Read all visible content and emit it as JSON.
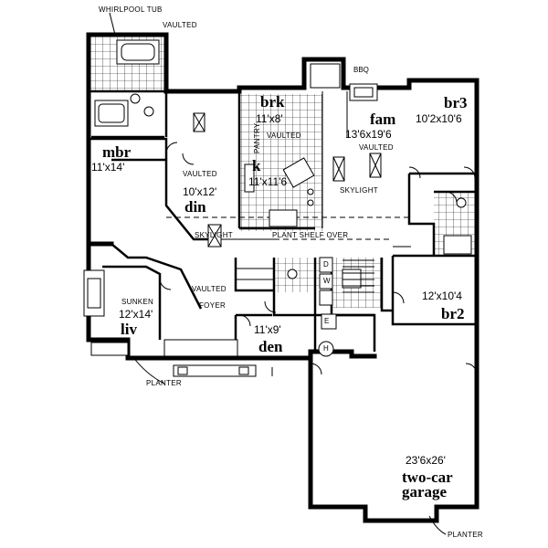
{
  "annotations": {
    "whirlpool": "WHIRLPOOL TUB",
    "vaulted_top": "VAULTED",
    "bbq": "BBQ",
    "skylight_din": "SKYLIGHT",
    "skylight_fam": "SKYLIGHT",
    "plant_shelf": "PLANT SHELF OVER",
    "pantry": "PANTRY",
    "planter_front": "PLANTER",
    "planter_garage": "PLANTER"
  },
  "rooms": {
    "brk": {
      "name": "brk",
      "dim": "11'x8'",
      "note": "VAULTED"
    },
    "fam": {
      "name": "fam",
      "dim": "13'6x19'6",
      "note": "VAULTED"
    },
    "br3": {
      "name": "br3",
      "dim": "10'2x10'6"
    },
    "mbr": {
      "name": "mbr",
      "dim": "11'x14'"
    },
    "din": {
      "name": "din",
      "dim": "10'x12'",
      "note": "VAULTED"
    },
    "k": {
      "name": "k",
      "dim": "11'x11'6"
    },
    "liv": {
      "name": "liv",
      "dim": "12'x14'",
      "note": "SUNKEN"
    },
    "foyer": {
      "note": "VAULTED",
      "label": "FOYER"
    },
    "den": {
      "name": "den",
      "dim": "11'x9'"
    },
    "br2": {
      "name": "br2",
      "dim": "12'x10'4"
    },
    "garage": {
      "dim": "23'6x26'",
      "name1": "two-car",
      "name2": "garage"
    }
  },
  "utility": {
    "d": "D",
    "w": "W",
    "e": "E",
    "h": "H"
  }
}
